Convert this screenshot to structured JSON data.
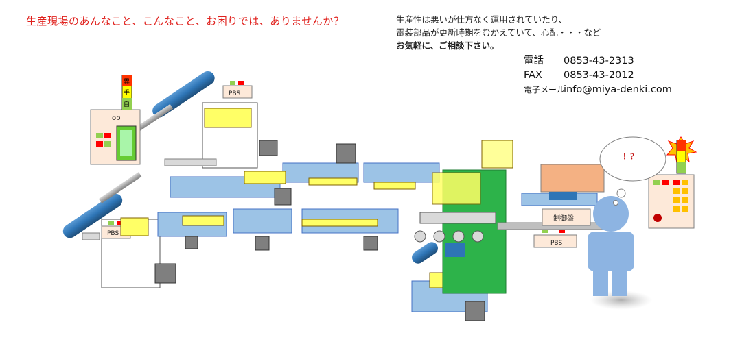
{
  "headline": "生産現場のあんなこと、こんなこと、お困りでは、ありませんか？",
  "description": {
    "line1": "生産性は悪いが仕方なく運用されていたり、",
    "line2": "電装部品が更新時期をむかえていて、心配・・・など",
    "line3": "お気軽に、ご相談下さい。"
  },
  "contact": {
    "phone_label": "電話",
    "phone": "0853-43-2313",
    "fax_label": "FAX",
    "fax": "0853-43-2012",
    "email_label": "電子メール",
    "email": "info@miya-denki.com"
  },
  "diagram": {
    "op_panel_label": "op",
    "pbs_label": "PBS",
    "control_panel_label": "制御盤",
    "thought": "！？",
    "tower_light": [
      "異",
      "手",
      "自"
    ]
  },
  "colors": {
    "headline": "#e0211d",
    "conveyor_blue": "#9cc3e6",
    "cylinder_blue": "#2e75b6",
    "workpiece_yellow": "#ffff66",
    "machine_green": "#2db34a",
    "person_blue": "#8db4e2"
  }
}
